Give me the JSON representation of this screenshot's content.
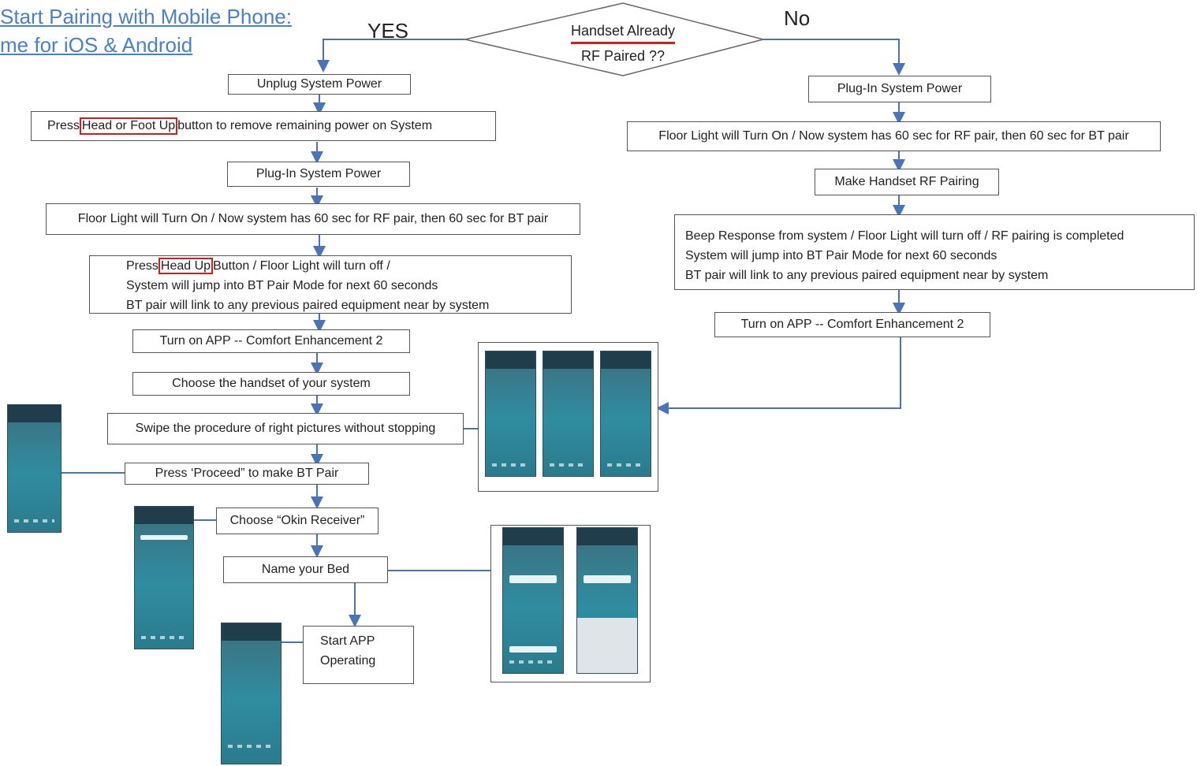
{
  "header": {
    "title_line1": "Start Pairing with Mobile Phone:",
    "title_line2": "me for iOS & Android"
  },
  "decision": {
    "line1": "Handset Already",
    "line2": "RF Paired ??",
    "yes_label": "YES",
    "no_label": "No"
  },
  "left_flow": {
    "unplug": "Unplug System Power",
    "press_pre": "Press",
    "press_highlight": "Head or Foot Up",
    "press_post": "button to remove  remaining power on System",
    "plug_in": "Plug-In System Power",
    "floor_light": "Floor Light will Turn On / Now system has 60 sec for RF pair, then 60 sec for BT pair",
    "head_up_pre": "Press",
    "head_up_highlight": "Head Up",
    "head_up_post": "Button / Floor Light will turn off /",
    "jump_line": "System  will jump into BT Pair Mode for next 60 seconds",
    "link_line": "BT pair will link to any previous paired equipment near by system",
    "turn_on_app": "Turn on APP -- Comfort Enhancement 2",
    "choose_handset": "Choose the handset of your system",
    "swipe": "Swipe the procedure of right pictures without stopping",
    "proceed": "Press ‘Proceed” to make BT Pair",
    "okin": "Choose “Okin Receiver”",
    "name_bed": "Name your Bed",
    "start_line1": "Start APP",
    "start_line2": "Operating"
  },
  "right_flow": {
    "plug_in": "Plug-In System Power",
    "floor_light": "Floor Light will Turn On / Now system has 60 sec for RF pair, then 60 sec for BT pair",
    "make_rf": "Make Handset RF Pairing",
    "beep_line1": "Beep Response from system / Floor Light will turn off / RF pairing is completed",
    "beep_line2": "System  will jump into BT Pair Mode for next 60 seconds",
    "beep_line3": "BT pair will link to any previous paired equipment near by system",
    "turn_on_app": "Turn on APP -- Comfort Enhancement 2"
  },
  "colors": {
    "title": "#4a7fc9",
    "connector": "#4a74b8",
    "highlight": "#d81b1b",
    "phone_screen": "#2f8da0"
  }
}
